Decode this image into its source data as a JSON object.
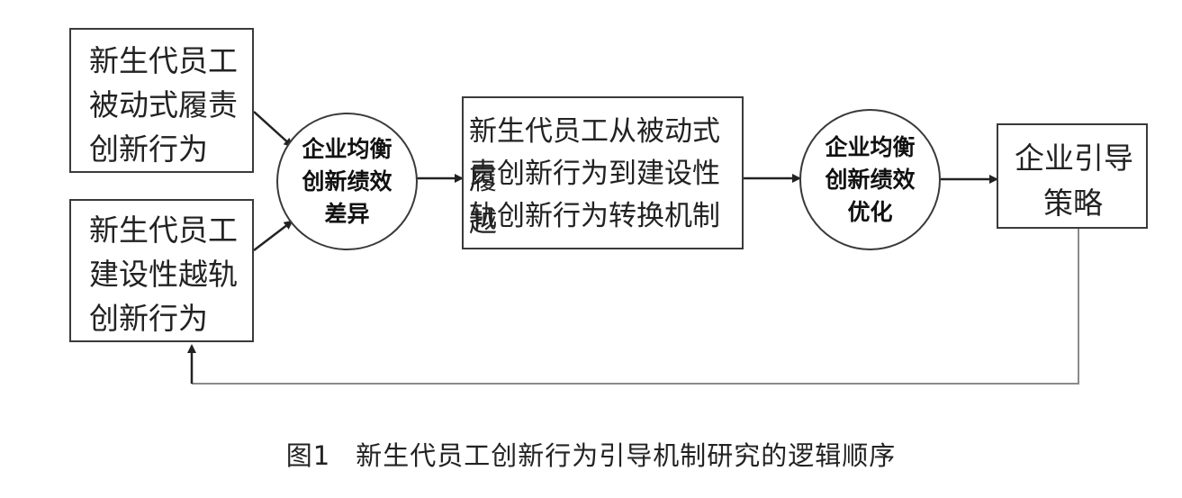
{
  "boxes": {
    "passive": {
      "lines": [
        "新生代员工",
        "被动式履责",
        "创新行为"
      ]
    },
    "constructive": {
      "lines": [
        "新生代员工",
        "建设性越轨",
        "创新行为"
      ]
    },
    "mechanism": {
      "lines": [
        "新生代员工从被动式履",
        "责创新行为到建设性越",
        "轨创新行为转换机制"
      ]
    },
    "strategy": {
      "lines": [
        "企业引导",
        "策略"
      ]
    }
  },
  "circles": {
    "difference": {
      "lines": [
        "企业均衡",
        "创新绩效",
        "差异"
      ]
    },
    "optimization": {
      "lines": [
        "企业均衡",
        "创新绩效",
        "优化"
      ]
    }
  },
  "caption": {
    "number": "图1",
    "title": "新生代员工创新行为引导机制研究的逻辑顺序"
  },
  "colors": {
    "stroke": "#3a3a3a",
    "feedback_line": "#8a8a8a",
    "text": "#222222"
  }
}
